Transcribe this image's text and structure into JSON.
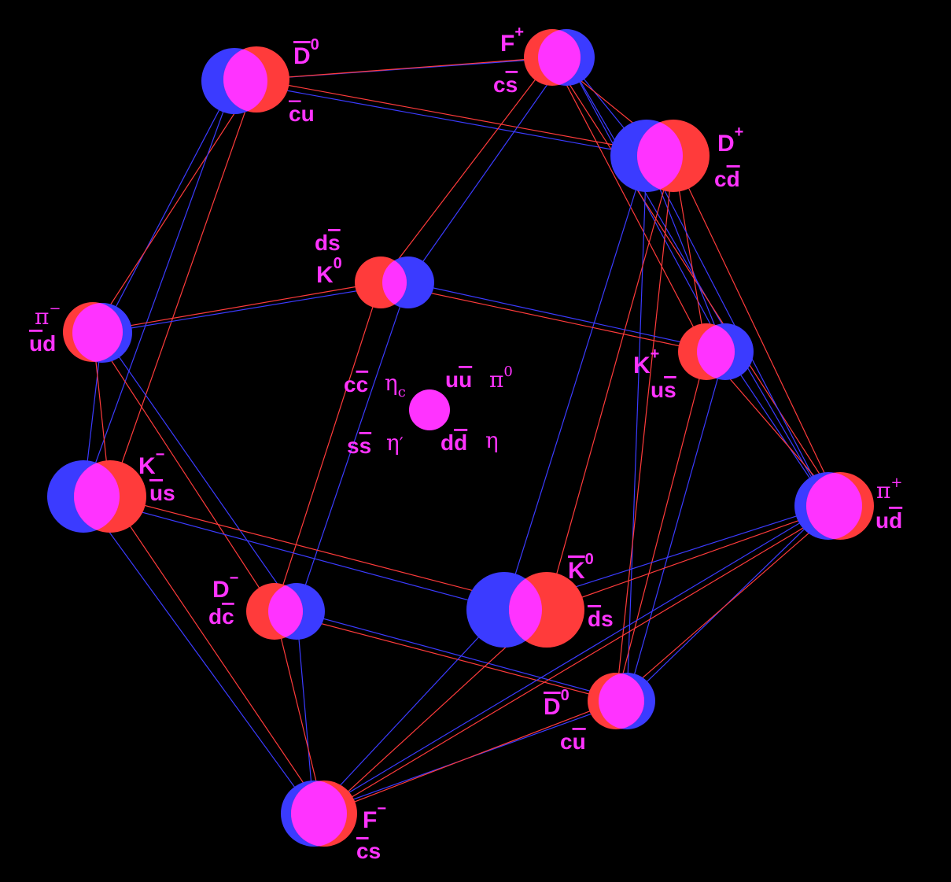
{
  "colors": {
    "background": "#000000",
    "red": "#ff3b3b",
    "blue": "#3b3bff",
    "magenta": "#ff33ff",
    "label": "#ff33ff"
  },
  "mesons": {
    "D0bar": {
      "name": "D",
      "sup": "0",
      "quarks_a": "c",
      "quarks_b": "u",
      "bar": "first"
    },
    "Fplus": {
      "name": "F",
      "sup": "+",
      "quarks_a": "c",
      "quarks_b": "s",
      "bar": "second"
    },
    "Dplus": {
      "name": "D",
      "sup": "+",
      "quarks_a": "c",
      "quarks_b": "d",
      "bar": "second"
    },
    "K0": {
      "name": "K",
      "sup": "0",
      "quarks_a": "d",
      "quarks_b": "s",
      "bar": "second"
    },
    "piminus": {
      "name": "π",
      "sup": "−",
      "quarks_a": "u",
      "quarks_b": "d",
      "bar": "first"
    },
    "Kplus": {
      "name": "K",
      "sup": "+",
      "quarks_a": "u",
      "quarks_b": "s",
      "bar": "second"
    },
    "Kminus": {
      "name": "K",
      "sup": "−",
      "quarks_a": "u",
      "quarks_b": "s",
      "bar": "first"
    },
    "piplus": {
      "name": "π",
      "sup": "+",
      "quarks_a": "u",
      "quarks_b": "d",
      "bar": "second"
    },
    "Dminus": {
      "name": "D",
      "sup": "−",
      "quarks_a": "d",
      "quarks_b": "c",
      "bar": "second"
    },
    "K0bar": {
      "name": "K",
      "sup": "0",
      "quarks_a": "d",
      "quarks_b": "s",
      "bar": "first"
    },
    "D0": {
      "name": "D",
      "sup": "0",
      "quarks_a": "c",
      "quarks_b": "u",
      "bar": "second"
    },
    "Fminus": {
      "name": "F",
      "sup": "−",
      "quarks_a": "c",
      "quarks_b": "s",
      "bar": "first"
    }
  },
  "center": {
    "cc": {
      "q": "c",
      "greek": "η",
      "sub": "c"
    },
    "uu": {
      "q": "u",
      "greek": "π",
      "sup": "0"
    },
    "ss": {
      "q": "s",
      "greek": "η",
      "prime": "′"
    },
    "dd": {
      "q": "d",
      "greek": "η"
    }
  }
}
